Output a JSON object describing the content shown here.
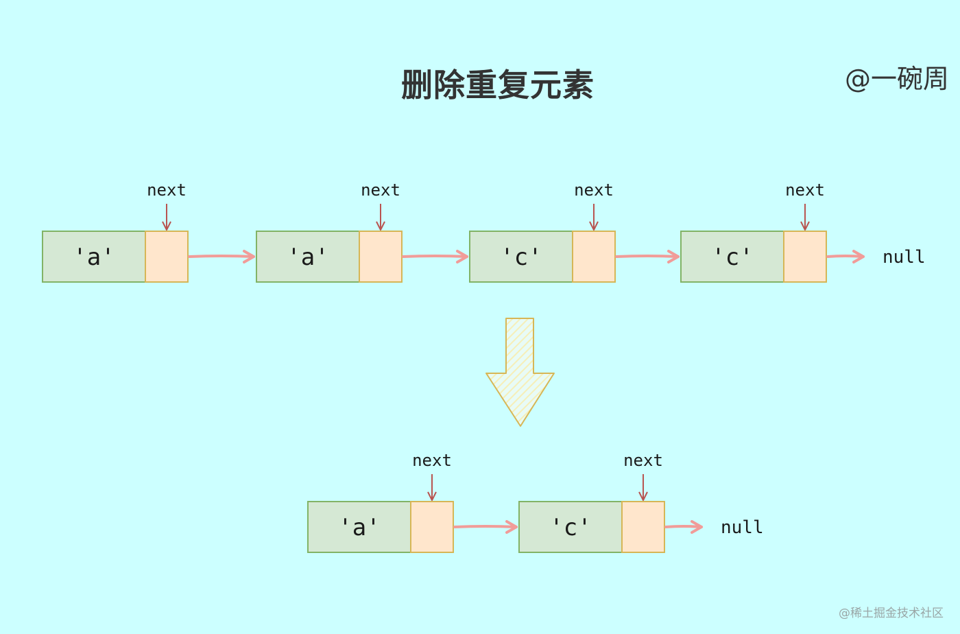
{
  "title": "删除重复元素",
  "author": "@一碗周",
  "watermark": "@稀土掘金技术社区",
  "colors": {
    "background": "#ccffff",
    "value_fill": "#d5e8d4",
    "value_stroke": "#82b366",
    "pointer_fill": "#ffe6cc",
    "pointer_stroke": "#d6b656",
    "link_arrow": "#f19c99",
    "next_arrow": "#b85450",
    "transform_arrow": "#d6b656"
  },
  "next_label": "next",
  "null_label": "null",
  "before_list": [
    {
      "value": "'a'"
    },
    {
      "value": "'a'"
    },
    {
      "value": "'c'"
    },
    {
      "value": "'c'"
    }
  ],
  "after_list": [
    {
      "value": "'a'"
    },
    {
      "value": "'c'"
    }
  ]
}
